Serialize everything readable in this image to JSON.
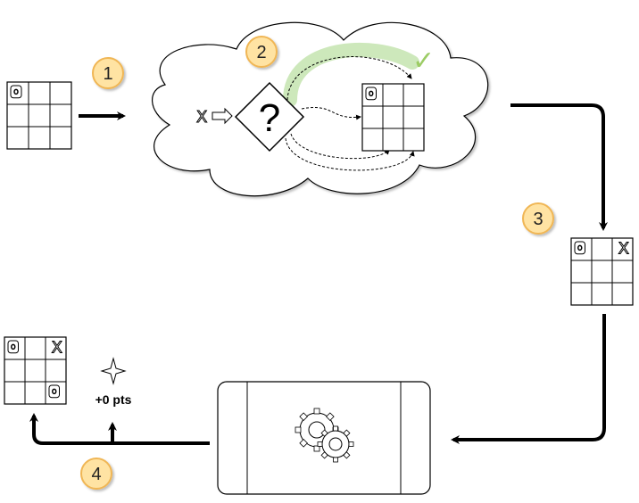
{
  "diagram": {
    "steps": [
      {
        "number": "1"
      },
      {
        "number": "2"
      },
      {
        "number": "3"
      },
      {
        "number": "4"
      }
    ],
    "decision_symbol": "?",
    "input_symbol": "X",
    "check_symbol": "✓",
    "score_label": "+0 pts",
    "boards": {
      "initial": [
        [
          "O",
          "",
          ""
        ],
        [
          "",
          "",
          ""
        ],
        [
          "",
          "",
          ""
        ]
      ],
      "candidate": [
        [
          "O",
          "",
          ""
        ],
        [
          "",
          "",
          ""
        ],
        [
          "",
          "",
          ""
        ]
      ],
      "after_agent": [
        [
          "O",
          "",
          "X"
        ],
        [
          "",
          "",
          ""
        ],
        [
          "",
          "",
          ""
        ]
      ],
      "final": [
        [
          "O",
          "",
          "X"
        ],
        [
          "",
          "",
          ""
        ],
        [
          "",
          "",
          "O"
        ]
      ]
    },
    "colors": {
      "badge_fill": "#FFE3A3",
      "badge_stroke": "#F0B654",
      "highlight": "#C8E6B4",
      "check": "#9CCC65"
    },
    "icons": [
      "gears-icon",
      "sparkle-icon"
    ]
  }
}
